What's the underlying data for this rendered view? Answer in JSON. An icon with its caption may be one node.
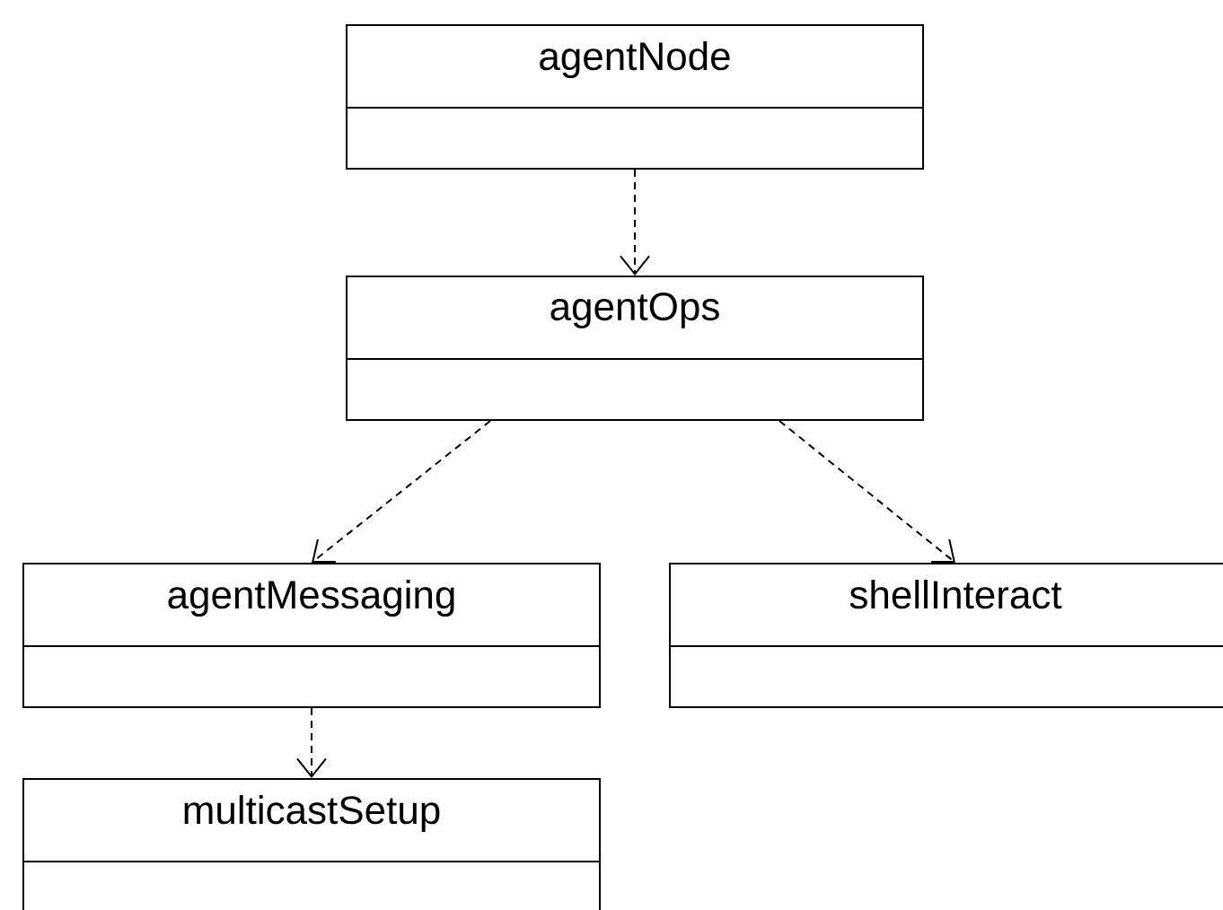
{
  "diagram": {
    "nodes": [
      {
        "text": [
          "agentNode"
        ]
      },
      {
        "text": [
          "agentOps"
        ]
      },
      {
        "text": [
          "agentMessaging"
        ]
      },
      {
        "text": [
          "shellInteract"
        ]
      },
      {
        "text": [
          "multicastSetup"
        ]
      }
    ],
    "edges": [
      {
        "from": 0,
        "to": 1,
        "arrow": "to",
        "style": "dashed"
      },
      {
        "from": 1,
        "to": 2,
        "arrow": "to",
        "style": "dashed"
      },
      {
        "from": 1,
        "to": 3,
        "arrow": "to",
        "style": "dashed"
      },
      {
        "from": 2,
        "to": 4,
        "arrow": "to",
        "style": "dashed"
      }
    ]
  }
}
